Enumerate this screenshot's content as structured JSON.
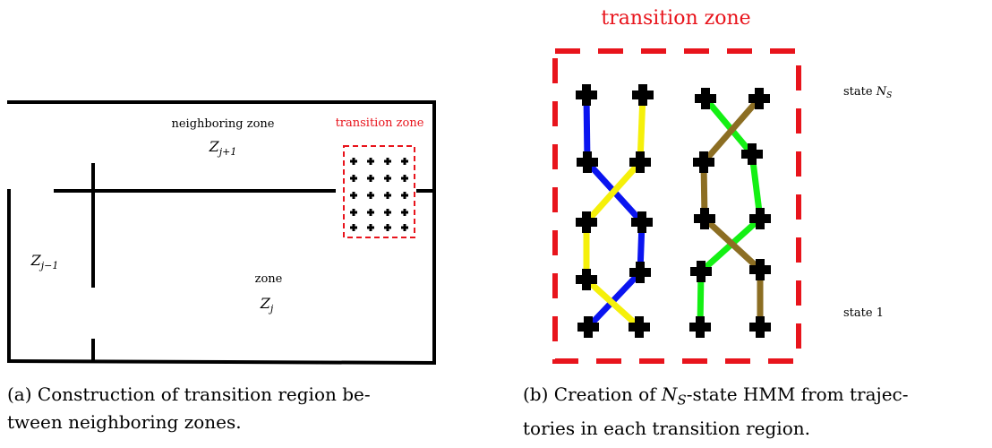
{
  "panel_a": {
    "neighbor_zone_label": "neighboring zone",
    "neighbor_zone_symbol": "Z",
    "neighbor_zone_subscript": "j+1",
    "transition_zone_label": "transition zone",
    "prev_zone_symbol": "Z",
    "prev_zone_subscript": "j−1",
    "zone_label": "zone",
    "zone_symbol": "Z",
    "zone_subscript": "j",
    "caption_tag": "(a)",
    "caption_line1": "Construction of transition region be-",
    "caption_line2": "tween neighboring zones."
  },
  "panel_b": {
    "title": "transition zone",
    "state_top_prefix": "state",
    "state_top_symbol": "N",
    "state_top_subscript": "S",
    "state_bottom": "state 1",
    "caption_tag": "(b)",
    "caption_line1_pre": "Creation of",
    "caption_symbol": "N",
    "caption_subscript": "S",
    "caption_line1_post": "-state HMM from trajec-",
    "caption_line2": "tories in each transition region."
  },
  "colors": {
    "walls": "#000000",
    "transition_box": "#e8141c",
    "transition_label": "#e8141c",
    "blue_track": "#0a14f0",
    "yellow_track": "#f5f00a",
    "green_track": "#14f014",
    "brown_track": "#8c6e23",
    "state_node": "#000000"
  }
}
